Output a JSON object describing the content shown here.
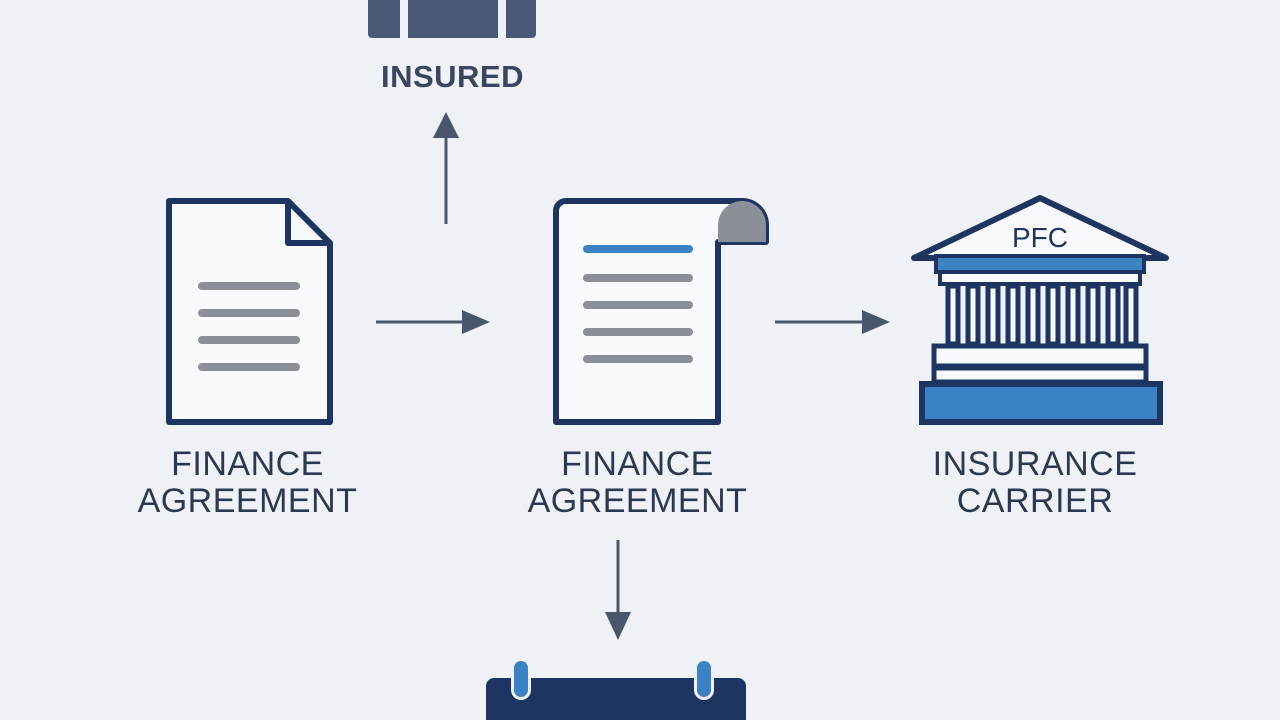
{
  "nodes": {
    "insured": {
      "label": "INSURED"
    },
    "finance_agreement_left": {
      "line1": "FINANCE",
      "line2": "AGREEMENT"
    },
    "finance_agreement_mid": {
      "line1": "FINANCE",
      "line2": "AGREEMENT"
    },
    "insurance_carrier": {
      "line1": "INSURANCE",
      "line2": "CARRIER",
      "building_text": "PFC"
    }
  },
  "icons": {
    "insured": "briefcase-icon",
    "finance_agreement_left": "document-icon",
    "finance_agreement_mid": "scroll-document-icon",
    "insurance_carrier": "bank-building-icon",
    "bottom": "binder-icon"
  },
  "colors": {
    "background": "#eef2f7",
    "navy": "#1d3560",
    "accent_blue": "#3b82c4",
    "gray_lines": "#8a8f98",
    "arrow": "#4a566b",
    "label_text": "#2b3950"
  }
}
